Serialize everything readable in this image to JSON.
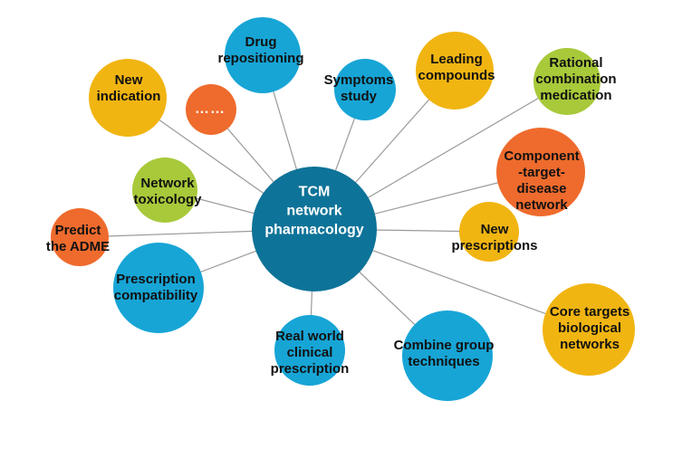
{
  "colors": {
    "center": "#0e7398",
    "blue": "#17a5d6",
    "orange": "#ee6b2d",
    "yellow": "#f1b512",
    "green": "#a8c93a",
    "line": "#9a9a9a"
  },
  "center": {
    "label": "TCM\nnetwork\npharmacology"
  },
  "nodes": [
    {
      "id": "drug-repositioning",
      "label": "Drug\nrepositioning",
      "color": "blue"
    },
    {
      "id": "symptoms-study",
      "label": "Symptoms\nstudy",
      "color": "blue"
    },
    {
      "id": "leading-compounds",
      "label": "Leading\ncompounds",
      "color": "yellow"
    },
    {
      "id": "rational-combination-medication",
      "label": "Rational\ncombination\nmedication",
      "color": "green"
    },
    {
      "id": "new-indication",
      "label": "New\nindication",
      "color": "yellow"
    },
    {
      "id": "ellipsis",
      "label": "……",
      "color": "orange"
    },
    {
      "id": "component-target-disease-network",
      "label": "Component\n-target-\ndisease\nnetwork",
      "color": "orange"
    },
    {
      "id": "network-toxicology",
      "label": "Network\ntoxicology",
      "color": "green"
    },
    {
      "id": "new-prescriptions",
      "label": "New\nprescriptions",
      "color": "yellow"
    },
    {
      "id": "predict-the-adme",
      "label": "Predict\nthe ADME",
      "color": "orange"
    },
    {
      "id": "prescription-compatibility",
      "label": "Prescription\ncompatibility",
      "color": "blue"
    },
    {
      "id": "core-targets-biological-networks",
      "label": "Core targets\nbiological\nnetworks",
      "color": "yellow"
    },
    {
      "id": "real-world-clinical-prescription",
      "label": "Real world\nclinical\nprescription",
      "color": "blue"
    },
    {
      "id": "combine-group-techniques",
      "label": "Combine group\ntechniques",
      "color": "blue"
    }
  ]
}
